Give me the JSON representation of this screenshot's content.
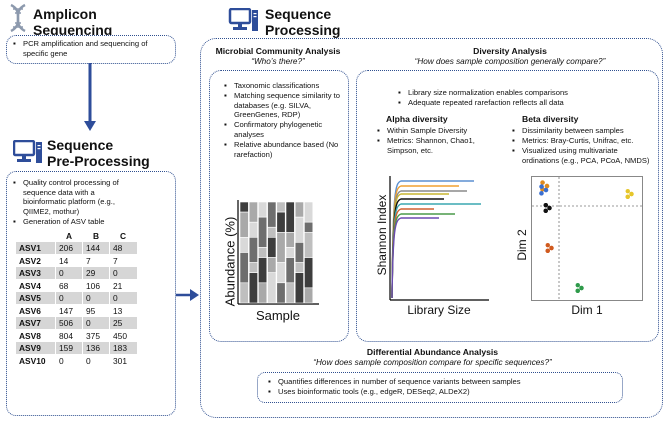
{
  "amplicon": {
    "title_line1": "Amplicon",
    "title_line2": "Sequencing",
    "bullet": "PCR amplification and sequencing of specific gene"
  },
  "preprocessing": {
    "title_line1": "Sequence",
    "title_line2": "Pre-Processing",
    "bullets": [
      "Quality control processing of sequence data with a bioinformatic platform (e.g., QIIME2, mothur)",
      "Generation of ASV table"
    ],
    "table": {
      "headers": [
        "A",
        "B",
        "C"
      ],
      "rows": [
        {
          "name": "ASV1",
          "values": [
            "206",
            "144",
            "48"
          ]
        },
        {
          "name": "ASV2",
          "values": [
            "14",
            "7",
            "7"
          ]
        },
        {
          "name": "ASV3",
          "values": [
            "0",
            "29",
            "0"
          ]
        },
        {
          "name": "ASV4",
          "values": [
            "68",
            "106",
            "21"
          ]
        },
        {
          "name": "ASV5",
          "values": [
            "0",
            "0",
            "0"
          ]
        },
        {
          "name": "ASV6",
          "values": [
            "147",
            "95",
            "13"
          ]
        },
        {
          "name": "ASV7",
          "values": [
            "506",
            "0",
            "25"
          ]
        },
        {
          "name": "ASV8",
          "values": [
            "804",
            "375",
            "450"
          ]
        },
        {
          "name": "ASV9",
          "values": [
            "159",
            "136",
            "183"
          ]
        },
        {
          "name": "ASV10",
          "values": [
            "0",
            "0",
            "301"
          ]
        }
      ]
    }
  },
  "processing": {
    "title_line1": "Sequence",
    "title_line2": "Processing"
  },
  "microbial": {
    "title": "Microbial Community Analysis",
    "question": "“Who’s there?”",
    "bullets": [
      "Taxonomic classifications",
      "Matching sequence similarity to databases (e.g. SILVA, GreenGenes, RDP)",
      "Confirmatory phylogenetic analyses",
      "Relative abundance based (No rarefaction)"
    ],
    "ylabel": "Abundance (%)",
    "xlabel": "Sample"
  },
  "diversity": {
    "title": "Diversity Analysis",
    "question": "“How does sample composition generally compare?”",
    "bullets": [
      "Library size normalization enables comparisons",
      "Adequate repeated rarefaction reflects all data"
    ],
    "alpha": {
      "title": "Alpha diversity",
      "bullets": [
        "Within Sample Diversity",
        "Metrics: Shannon, Chao1, Simpson, etc."
      ],
      "ylabel": "Shannon Index",
      "xlabel": "Library Size"
    },
    "beta": {
      "title": "Beta diversity",
      "bullets": [
        "Dissimilarity between samples",
        "Metrics: Bray-Curtis, Unifrac, etc.",
        "Visualized using multivariate ordinations (e.g., PCA, PCoA, NMDS)"
      ],
      "ylabel": "Dim 2",
      "xlabel": "Dim 1"
    }
  },
  "differential": {
    "title": "Differential Abundance Analysis",
    "question": "“How does sample composition compare for specific sequences?”",
    "bullets": [
      "Quantifies differences in number of sequence variants between samples",
      "Uses bioinformatic tools (e.g.,  edgeR, DESeq2, ALDeX2)"
    ]
  },
  "colors": {
    "border": "#2f4f8f",
    "arrow": "#2e4d9a",
    "icon": "#2e4d9a",
    "dna": "#9aa7b8"
  }
}
